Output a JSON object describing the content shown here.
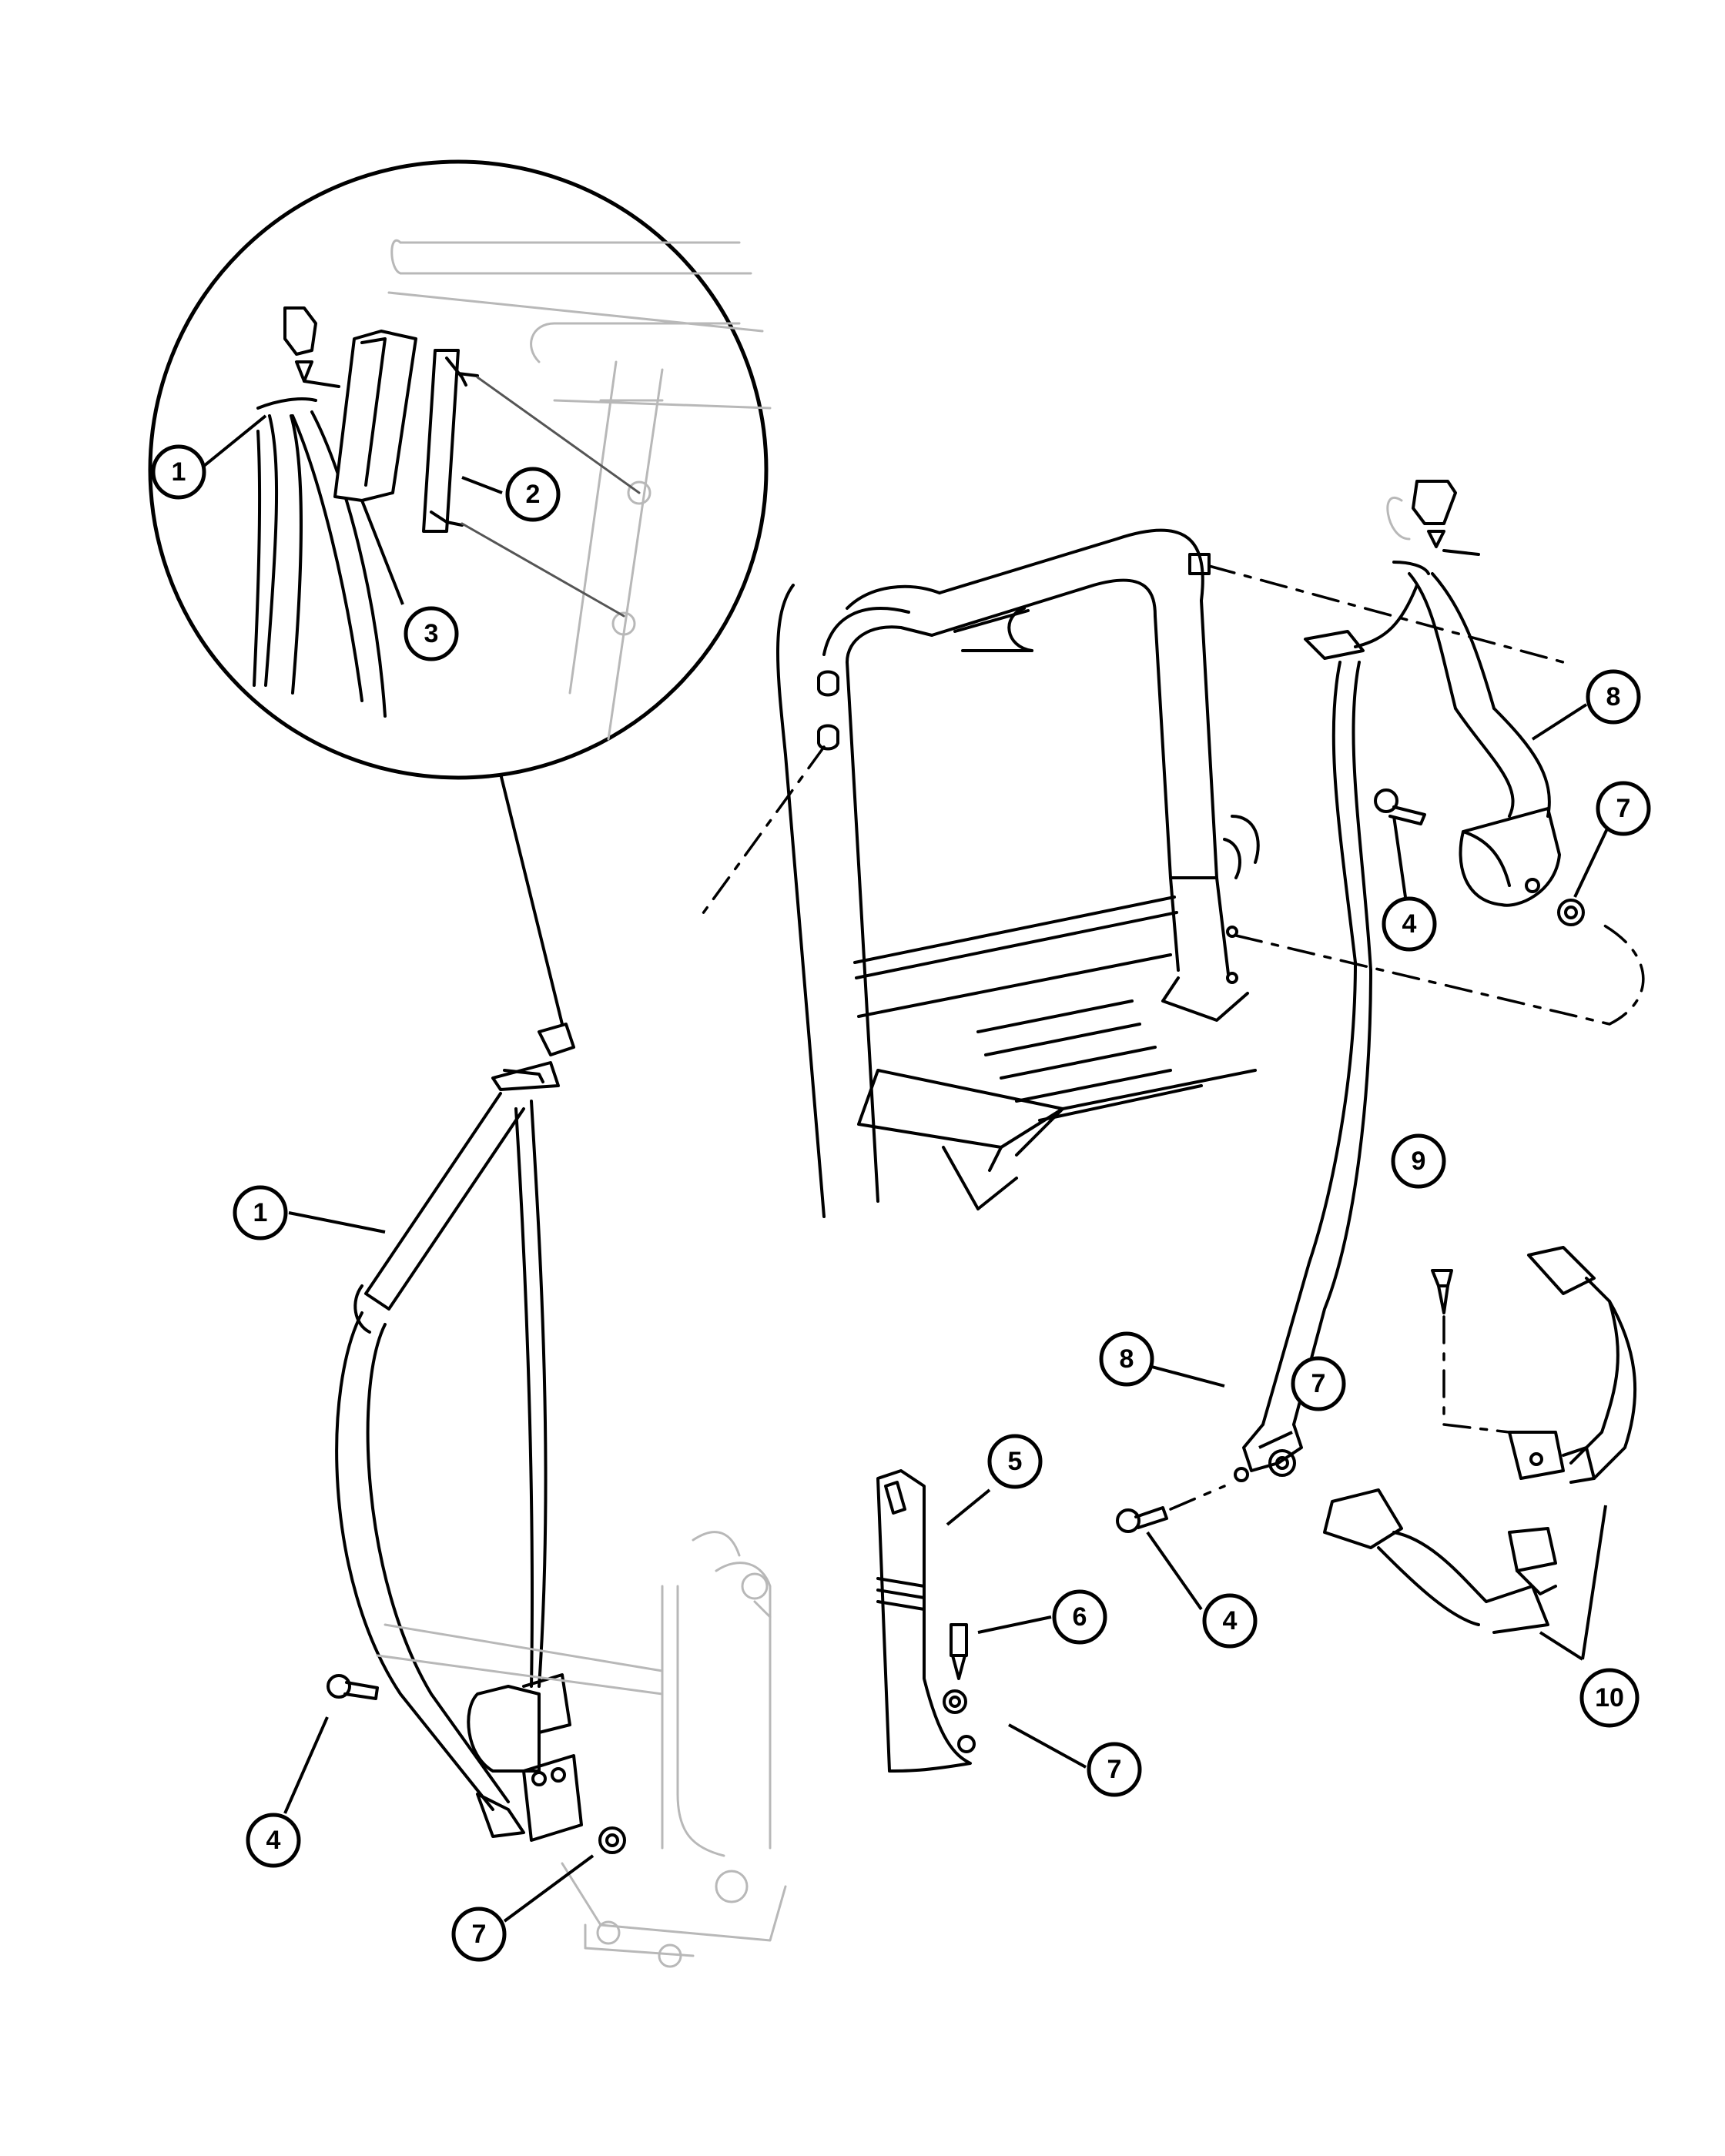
{
  "diagram": {
    "callouts": [
      {
        "id": "c1a",
        "label": "1"
      },
      {
        "id": "c2",
        "label": "2"
      },
      {
        "id": "c3",
        "label": "3"
      },
      {
        "id": "c1b",
        "label": "1"
      },
      {
        "id": "c4a",
        "label": "4"
      },
      {
        "id": "c7a",
        "label": "7"
      },
      {
        "id": "c8a",
        "label": "8"
      },
      {
        "id": "c7b",
        "label": "7"
      },
      {
        "id": "c4b",
        "label": "4"
      },
      {
        "id": "c9",
        "label": "9"
      },
      {
        "id": "c8b",
        "label": "8"
      },
      {
        "id": "c7c",
        "label": "7"
      },
      {
        "id": "c5",
        "label": "5"
      },
      {
        "id": "c6",
        "label": "6"
      },
      {
        "id": "c4c",
        "label": "4"
      },
      {
        "id": "c7d",
        "label": "7"
      },
      {
        "id": "c10",
        "label": "10"
      }
    ]
  }
}
